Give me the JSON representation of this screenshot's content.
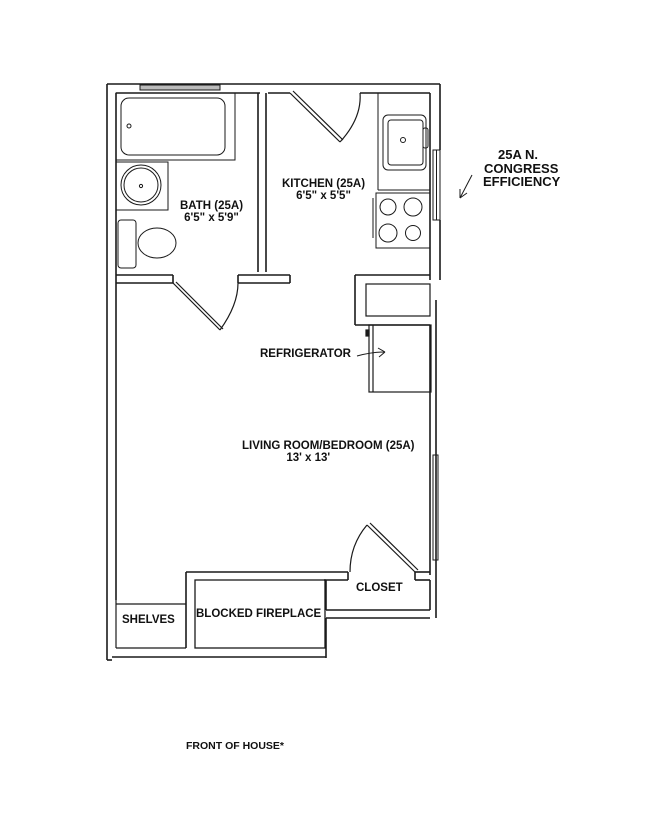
{
  "title": {
    "line1": "25A N.",
    "line2": "CONGRESS",
    "line3": "EFFICIENCY"
  },
  "rooms": {
    "bath": {
      "name": "BATH (25A)",
      "dims": "6'5\" x 5'9\""
    },
    "kitchen": {
      "name": "KITCHEN (25A)",
      "dims": "6'5\" x 5'5\""
    },
    "living": {
      "name": "LIVING ROOM/BEDROOM (25A)",
      "dims": "13' x 13'"
    },
    "closet": {
      "name": "CLOSET"
    },
    "fireplace": {
      "name": "BLOCKED FIREPLACE"
    },
    "shelves": {
      "name": "SHELVES"
    }
  },
  "fixtures": {
    "refrigerator": "REFRIGERATOR"
  },
  "footer": {
    "front_label": "FRONT OF HOUSE*"
  },
  "colors": {
    "line": "#1a1a1a",
    "background": "#ffffff"
  }
}
